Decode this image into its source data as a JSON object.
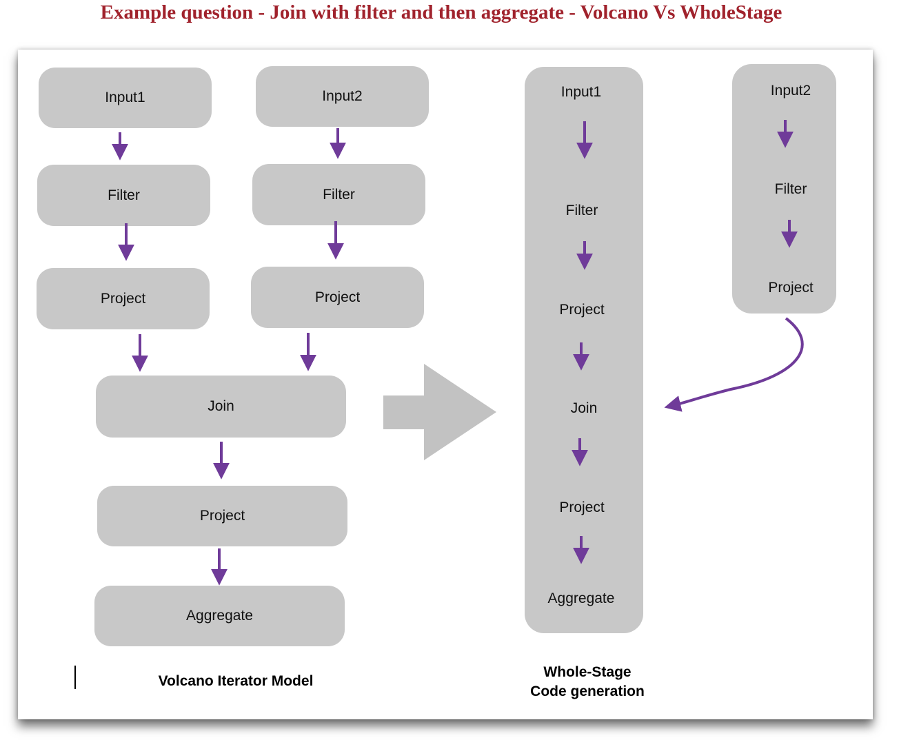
{
  "title": "Example question - Join with filter and then aggregate - Volcano Vs WholeStage",
  "colors": {
    "title": "#a0222c",
    "box": "#c8c8c8",
    "arrow": "#6f3b99",
    "big_arrow": "#c2c2c2"
  },
  "volcano": {
    "nodes": {
      "input1": "Input1",
      "filter1": "Filter",
      "project1": "Project",
      "input2": "Input2",
      "filter2": "Filter",
      "project2": "Project",
      "join": "Join",
      "project3": "Project",
      "aggregate": "Aggregate"
    },
    "caption": "Volcano Iterator Model"
  },
  "wholestage": {
    "main_column": [
      "Input1",
      "Filter",
      "Project",
      "Join",
      "Project",
      "Aggregate"
    ],
    "side_column": [
      "Input2",
      "Filter",
      "Project"
    ],
    "caption_line1": "Whole-Stage",
    "caption_line2": "Code generation"
  }
}
